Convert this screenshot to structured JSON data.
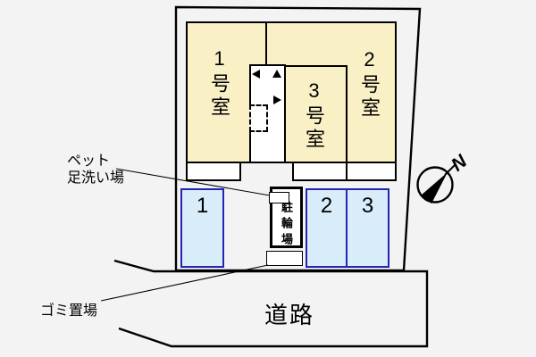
{
  "diagram": {
    "rooms": [
      {
        "label": "1号室"
      },
      {
        "label": "2号室"
      },
      {
        "label": "3号室"
      }
    ],
    "parking_spaces": [
      {
        "label": "1"
      },
      {
        "label": "2"
      },
      {
        "label": "3"
      }
    ],
    "bicycle_parking": {
      "label": "駐輪場"
    },
    "pet_wash_area": {
      "label_line1": "ペット",
      "label_line2": "足洗い場"
    },
    "garbage_area": {
      "label": "ゴミ置場"
    },
    "road": {
      "label": "道路"
    },
    "compass": {
      "north_label": "N"
    }
  },
  "colors": {
    "background": "#f3f3f3",
    "building_fill": "#faf0c6",
    "parking_fill": "#d8edf9",
    "parking_border": "#2424b4",
    "line": "#000000"
  }
}
